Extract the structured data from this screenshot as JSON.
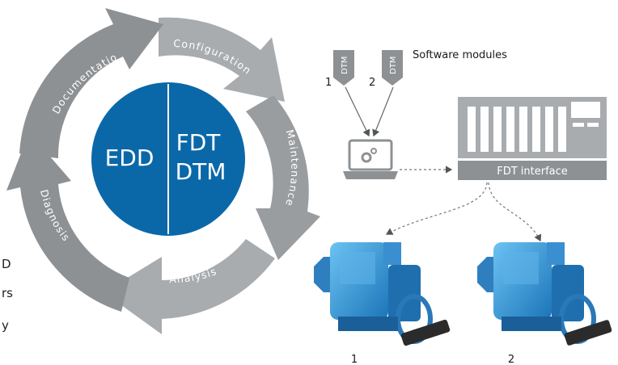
{
  "cycle": {
    "phases": [
      "Configuration",
      "Maintenance",
      "Analysis",
      "Diagnosis",
      "Documentation"
    ],
    "center_left": "EDD",
    "center_right_line1": "FDT",
    "center_right_line2": "DTM"
  },
  "modules": {
    "title": "Software modules",
    "dtm_label": "DTM",
    "module_numbers": [
      "1",
      "2"
    ]
  },
  "interface": {
    "label": "FDT interface"
  },
  "devices": {
    "numbers": [
      "1",
      "2"
    ]
  },
  "cutoff_text": [
    "D",
    "rs",
    "y"
  ],
  "colors": {
    "arrow_dark": "#8e9194",
    "arrow_light": "#a9acaf",
    "center_blue": "#0a68a8",
    "device_blue": "#2f96d6"
  }
}
